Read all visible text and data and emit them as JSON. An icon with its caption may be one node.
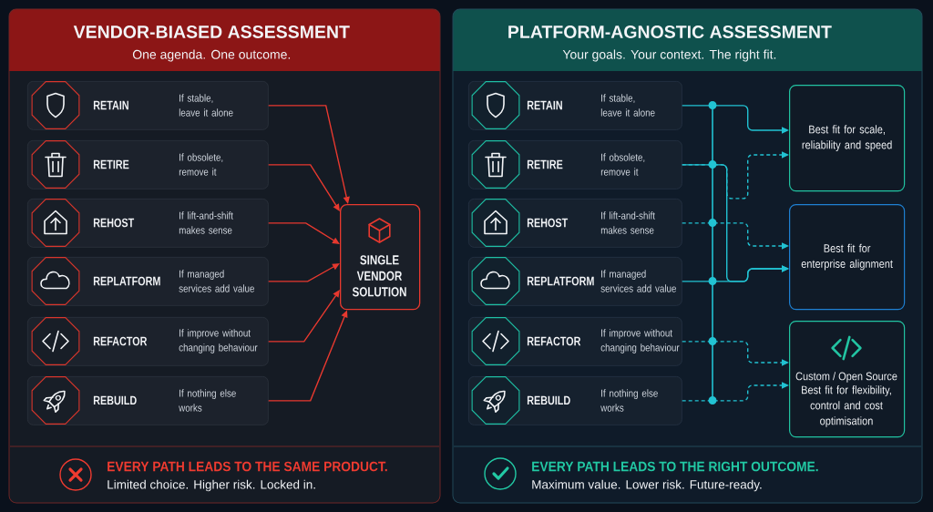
{
  "diagram": {
    "nodes": [
      {
        "text": [
          "VENDOR-BIASED ASSESSMENT",
          "One agenda. One outcome."
        ]
      },
      {
        "text": [
          "RETAIN",
          "If stable, leave it alone"
        ],
        "in": 0
      },
      {
        "text": [
          "RETIRE",
          "If obsolete, remove it"
        ],
        "in": 0
      },
      {
        "text": [
          "REHOST",
          "If lift-and-shift makes sense"
        ],
        "in": 0
      },
      {
        "text": [
          "REPLATFORM",
          "If managed services add value"
        ],
        "in": 0
      },
      {
        "text": [
          "REFACTOR",
          "If improve without changing behaviour"
        ],
        "in": 0
      },
      {
        "text": [
          "REBUILD",
          "If nothing else works"
        ],
        "in": 0
      },
      {
        "text": [
          "SINGLE VENDOR SOLUTION"
        ],
        "in": 0
      },
      {
        "text": [
          "EVERY PATH LEADS TO THE SAME PRODUCT.",
          "Limited choice. Higher risk. Locked in."
        ],
        "in": 0
      },
      {
        "text": [
          "PLATFORM-AGNOSTIC ASSESSMENT",
          "Your goals. Your context. The right fit."
        ]
      },
      {
        "text": [
          "RETAIN",
          "If stable, leave it alone"
        ],
        "in": 9
      },
      {
        "text": [
          "RETIRE",
          "If obsolete, remove it"
        ],
        "in": 9
      },
      {
        "text": [
          "REHOST",
          "If lift-and-shift makes sense"
        ],
        "in": 9
      },
      {
        "text": [
          "REPLATFORM",
          "If managed services add value"
        ],
        "in": 9
      },
      {
        "text": [
          "REFACTOR",
          "If improve without changing behaviour"
        ],
        "in": 9
      },
      {
        "text": [
          "REBUILD",
          "If nothing else works"
        ],
        "in": 9
      },
      {
        "text": [
          "Best fit for scale, reliability and speed"
        ],
        "in": 9
      },
      {
        "text": [
          "Best fit for enterprise alignment"
        ],
        "in": 9
      },
      {
        "text": [
          "Custom / Open Source",
          "Best fit for flexibility, control and cost optimisation"
        ],
        "in": 9
      },
      {
        "text": [
          "EVERY PATH LEADS TO THE RIGHT OUTCOME.",
          "Maximum value. Lower risk. Future-ready."
        ],
        "in": 9
      }
    ],
    "edges": [
      {
        "from": 1,
        "to": 7,
        "arrow": "to",
        "color": "#e8392f"
      },
      {
        "from": 2,
        "to": 7,
        "arrow": "to",
        "color": "#e8392f"
      },
      {
        "from": 3,
        "to": 7,
        "arrow": "to",
        "color": "#e8392f"
      },
      {
        "from": 4,
        "to": 7,
        "arrow": "to",
        "color": "#e8392f"
      },
      {
        "from": 5,
        "to": 7,
        "arrow": "to",
        "color": "#e8392f"
      },
      {
        "from": 6,
        "to": 7,
        "arrow": "to",
        "color": "#e8392f"
      },
      {
        "from": 10,
        "to": 16,
        "arrow": "to"
      },
      {
        "from": 11,
        "to": 16,
        "arrow": "to",
        "style": "dashed"
      },
      {
        "from": 11,
        "to": 17,
        "arrow": "to"
      },
      {
        "from": 12,
        "to": 17,
        "arrow": "to",
        "style": "dashed"
      },
      {
        "from": 13,
        "to": 17,
        "arrow": "to"
      },
      {
        "from": 14,
        "to": 18,
        "arrow": "to",
        "style": "dashed"
      },
      {
        "from": 15,
        "to": 18,
        "arrow": "to",
        "style": "dashed"
      }
    ]
  }
}
